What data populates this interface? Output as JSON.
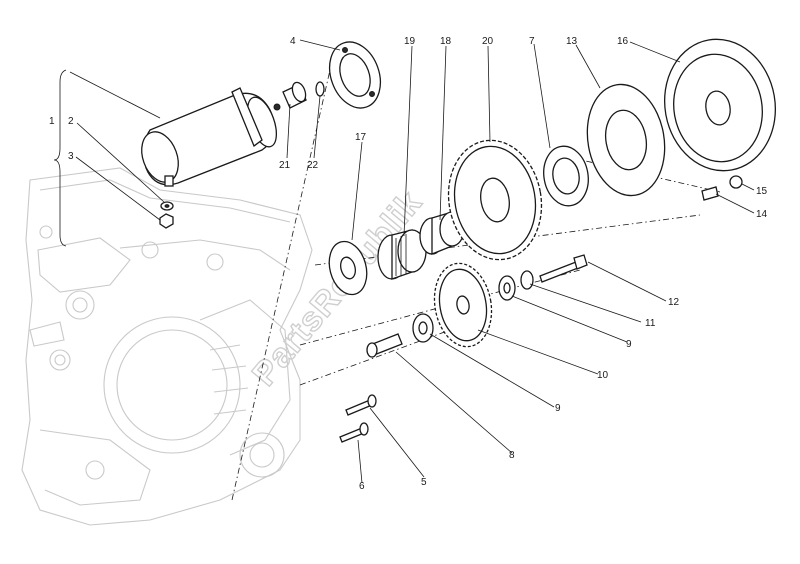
{
  "diagram": {
    "watermark": "PartsRepublik",
    "callouts": {
      "c1": "1",
      "c2": "2",
      "c3": "3",
      "c4": "4",
      "c5": "5",
      "c6": "6",
      "c7": "7",
      "c8": "8",
      "c9a": "9",
      "c9b": "9",
      "c10": "10",
      "c11": "11",
      "c12": "12",
      "c13": "13",
      "c14": "14",
      "c15": "15",
      "c16": "16",
      "c17": "17",
      "c18": "18",
      "c19": "19",
      "c20": "20",
      "c21": "21",
      "c22": "22"
    }
  }
}
